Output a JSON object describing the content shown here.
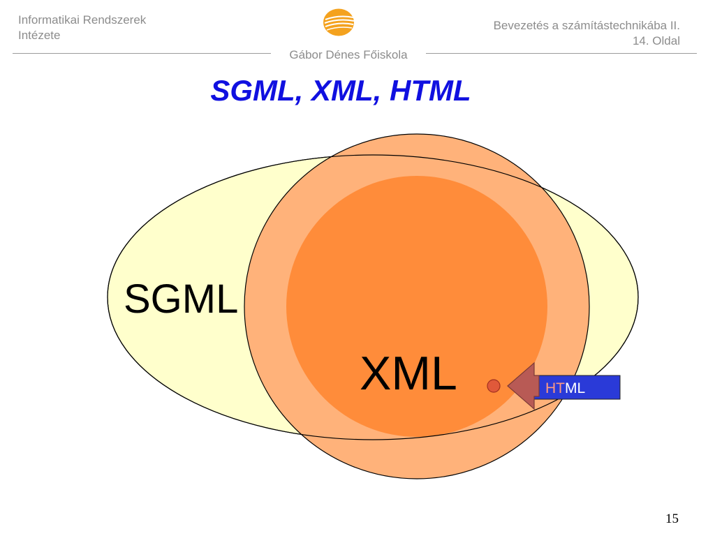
{
  "header": {
    "left_line1": "Informatikai Rendszerek",
    "left_line2": "Intézete",
    "center": "Gábor Dénes Főiskola",
    "right_line1": "Bevezetés a számítástechnikába II.",
    "right_line2": "14. Oldal"
  },
  "title": "SGML, XML, HTML",
  "diagram": {
    "sgml_label": "SGML",
    "xml_label": "XML",
    "html_label_part1": "HT",
    "html_label_part2": "ML"
  },
  "page_number": "15",
  "colors": {
    "title": "#1010e0",
    "sgml_fill": "#ffffcc",
    "xml_outer_fill": "#ffb27a",
    "xml_inner_fill": "#ff8c3a",
    "arrow_fill": "#b85a55",
    "html_box_fill": "#2a3ad8",
    "html_part1": "#ff9a80",
    "html_part2": "#ffffff"
  }
}
